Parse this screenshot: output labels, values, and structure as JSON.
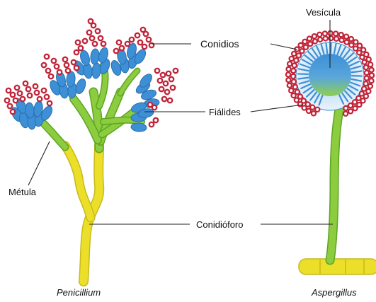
{
  "labels": {
    "conidios": "Conidios",
    "fialides": "Fiálides",
    "metula": "Métula",
    "conidioforo": "Conidióforo",
    "vesicula": "Vesícula"
  },
  "species": {
    "left": "Penicillium",
    "right": "Aspergillus"
  },
  "colors": {
    "conidia": "#c0263a",
    "phialide": "#3d8fd6",
    "metula": "#77bf2e",
    "stalk": "#ecdf2a",
    "stalk_outline": "#c9b91b",
    "vesicle_top": "#3d8fd6",
    "vesicle_bottom": "#8ecf4f"
  }
}
